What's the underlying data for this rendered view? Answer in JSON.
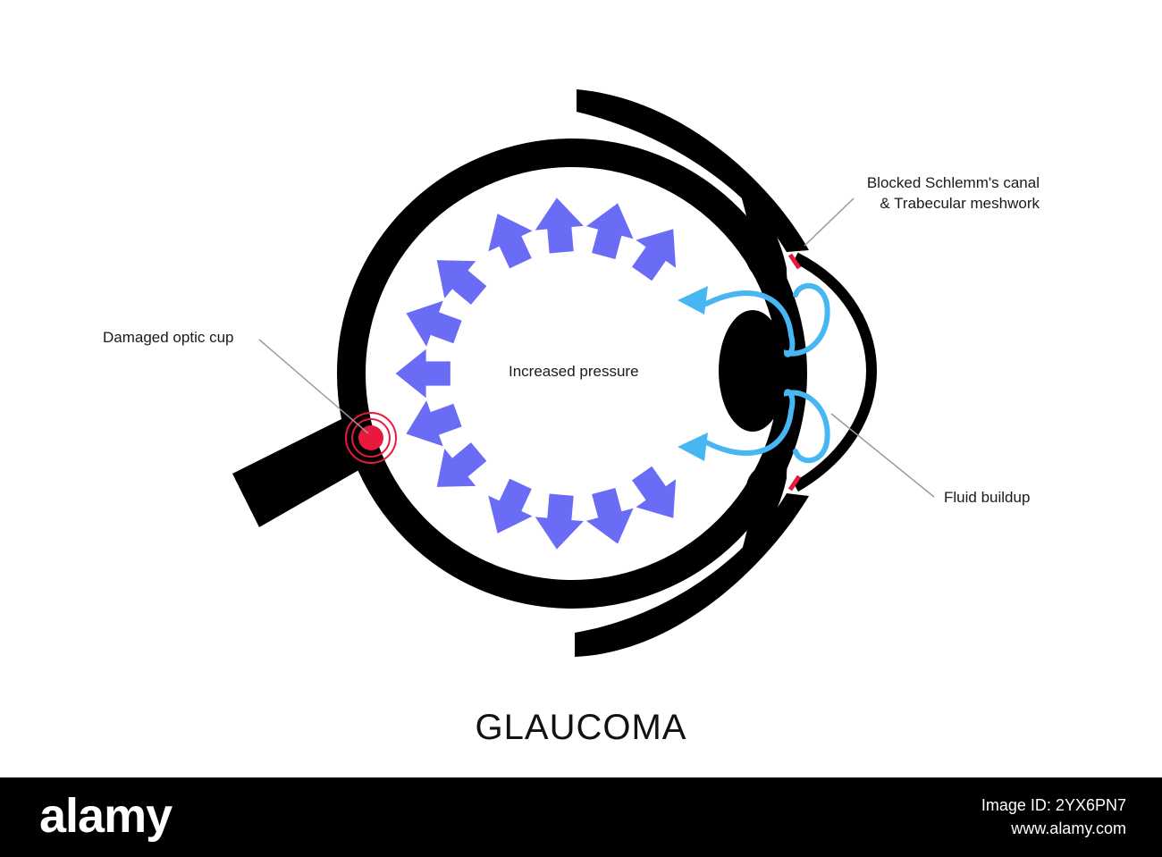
{
  "labels": {
    "optic_cup": "Damaged optic cup",
    "schlemm_line1": "Blocked Schlemm's canal",
    "schlemm_line2": "& Trabecular meshwork",
    "fluid": "Fluid buildup",
    "pressure": "Increased pressure"
  },
  "title": "GLAUCOMA",
  "footer": {
    "brand": "alamy",
    "image_id": "Image ID: 2YX6PN7",
    "site": "www.alamy.com"
  },
  "colors": {
    "outline": "#000000",
    "pressure_arrow": "#6a6cf5",
    "fluid": "#47b6f2",
    "lesion": "#e8193c",
    "blocked": "#e8193c",
    "leader_line": "#9a9a9a"
  }
}
